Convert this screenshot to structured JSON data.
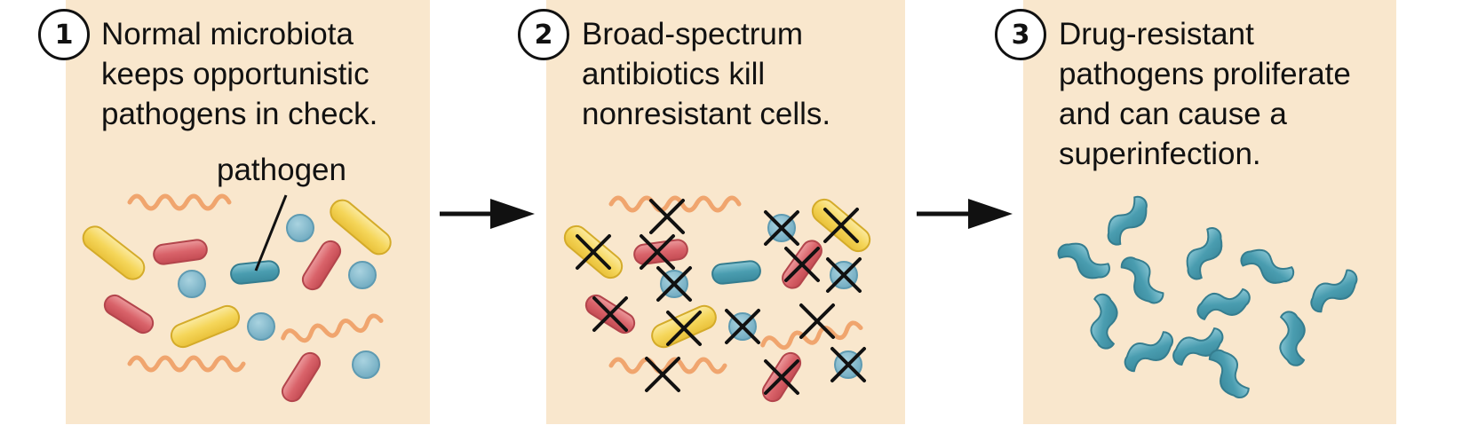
{
  "steps": [
    {
      "number": "1",
      "caption_lines": [
        "Normal microbiota",
        "keeps opportunistic",
        "pathogens in check."
      ],
      "pointer_label": "pathogen"
    },
    {
      "number": "2",
      "caption_lines": [
        "Broad-spectrum",
        "antibiotics kill",
        "nonresistant cells."
      ]
    },
    {
      "number": "3",
      "caption_lines": [
        "Drug-resistant",
        "pathogens proliferate",
        "and can cause a",
        "superinfection."
      ]
    }
  ],
  "colors": {
    "panel": "#f9e7cd",
    "pathogen": "#4a9db0",
    "yellow_rod": "#f5d65a",
    "red_rod": "#d9636a",
    "blue_coccus": "#7db7cc",
    "spirochete": "#f0a56e"
  }
}
